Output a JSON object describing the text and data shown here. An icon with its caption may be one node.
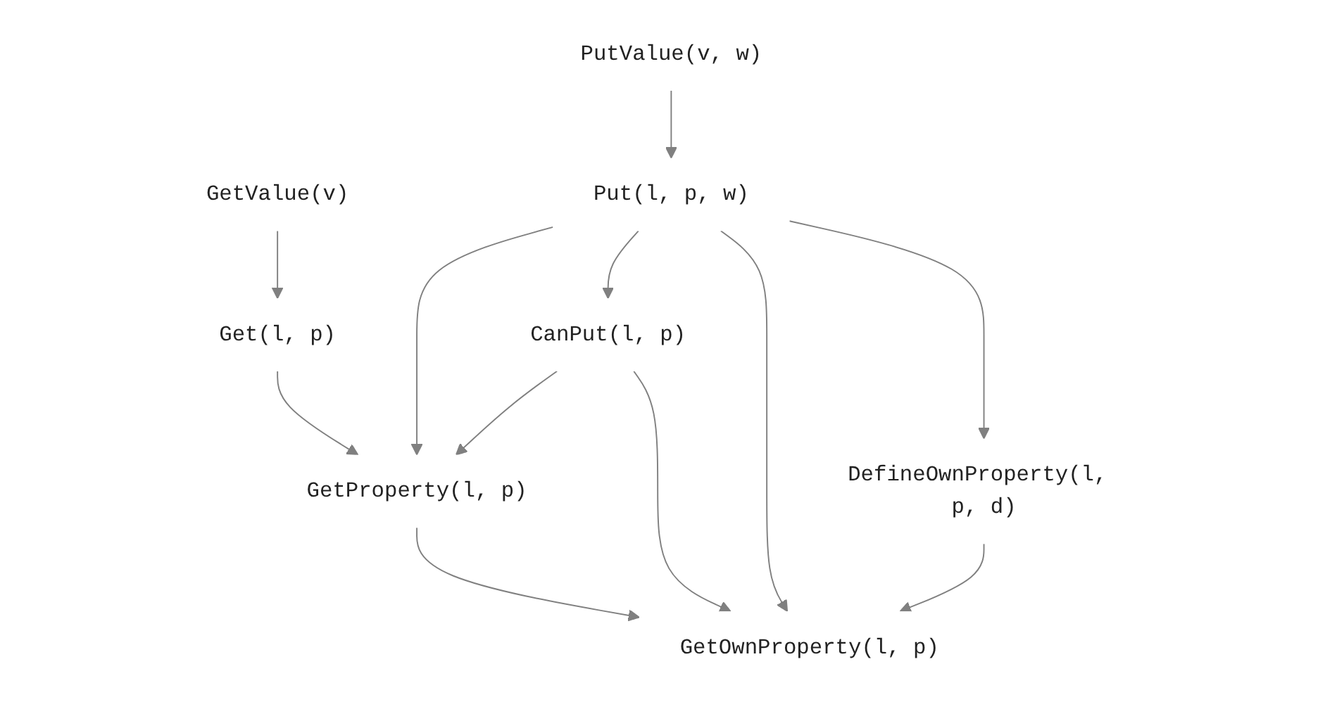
{
  "diagram": {
    "nodes": [
      {
        "text": [
          "GetValue(v)"
        ]
      },
      {
        "text": [
          "PutValue(v, w)"
        ]
      },
      {
        "text": [
          "Get(l, p)"
        ]
      },
      {
        "text": [
          "Put(l, p, w)"
        ]
      },
      {
        "text": [
          "CanPut(l, p)"
        ]
      },
      {
        "text": [
          "DefineOwnProperty(l, p, d)"
        ]
      },
      {
        "text": [
          "GetProperty(l, p)"
        ]
      },
      {
        "text": [
          "GetOwnProperty(l, p)"
        ]
      }
    ],
    "edges": [
      {
        "from": 0,
        "to": 2,
        "arrow": "to"
      },
      {
        "from": 1,
        "to": 3,
        "arrow": "to"
      },
      {
        "from": 2,
        "to": 6,
        "arrow": "to"
      },
      {
        "from": 3,
        "to": 6,
        "arrow": "to"
      },
      {
        "from": 3,
        "to": 4,
        "arrow": "to"
      },
      {
        "from": 3,
        "to": 7,
        "arrow": "to"
      },
      {
        "from": 3,
        "to": 5,
        "arrow": "to"
      },
      {
        "from": 4,
        "to": 6,
        "arrow": "to"
      },
      {
        "from": 4,
        "to": 7,
        "arrow": "to"
      },
      {
        "from": 6,
        "to": 7,
        "arrow": "to"
      },
      {
        "from": 5,
        "to": 7,
        "arrow": "to"
      }
    ]
  }
}
